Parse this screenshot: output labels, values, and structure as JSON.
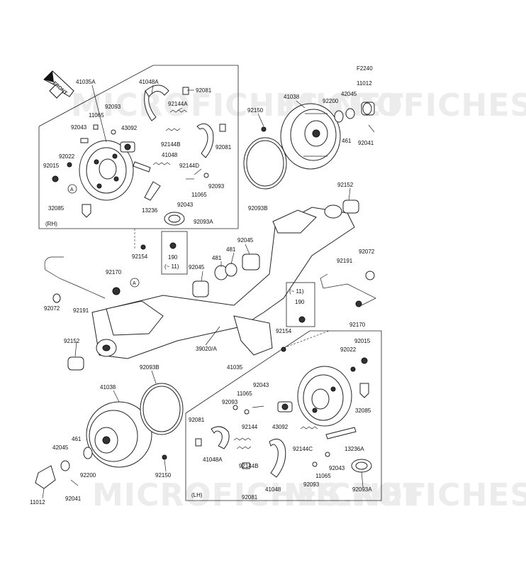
{
  "figure_code": "F2240",
  "front_label": "FRONT",
  "watermark": "MICROFICHES.NET",
  "group_labels": {
    "rh": "(RH)",
    "lh": "(LH)"
  },
  "circle_ref": "A",
  "parts": {
    "p41035A": "41035A",
    "p41048A": "41048A",
    "p92081a": "92081",
    "p92093a": "92093",
    "p92144A": "92144A",
    "p11065a": "11065",
    "p92043a": "92043",
    "p43092a": "43092",
    "p92144B_top": "92144B",
    "p92081b": "92081",
    "p41048": "41048",
    "p92022a": "92022",
    "p92144D": "92144D",
    "p92015a": "92015",
    "p92093b": "92093",
    "p11065b": "11065",
    "p92043b": "92043",
    "p32085a": "32085",
    "p13236": "13236",
    "p92093A": "92093A",
    "p92154a": "92154",
    "p190a": "190",
    "p11a": "(~ 11)",
    "p92150a": "92150",
    "p41038a": "41038",
    "p92200a": "92200",
    "p42045a": "42045",
    "p11012a": "11012",
    "p461a": "461",
    "p92041a": "92041",
    "p92093B_top": "92093B",
    "p92152a": "92152",
    "p92045a": "92045",
    "p481a": "481",
    "p92072a": "92072",
    "p481b": "481",
    "p92045b": "92045",
    "p92191a": "92191",
    "p11b": "(~ 11)",
    "p190b": "190",
    "p92170a": "92170",
    "p92170b": "92170",
    "p92072b": "92072",
    "p92191b": "92191",
    "p92152b": "92152",
    "p39020A": "39020/A",
    "p92154b": "92154",
    "p92022b": "92022",
    "p92015b": "92015",
    "p92093B_bot": "92093B",
    "p41035": "41035",
    "p92043c": "92043",
    "p11065c": "11065",
    "p92093c": "92093",
    "p41038b": "41038",
    "p92081c": "92081",
    "p92144": "92144",
    "p43092b": "43092",
    "p32085b": "32085",
    "p461b": "461",
    "p41048A_bot": "41048A",
    "p92144C": "92144C",
    "p13236A": "13236A",
    "p42045b": "42045",
    "p92200b": "92200",
    "p92144B_bot": "92144B",
    "p92043d": "92043",
    "p11065d": "11065",
    "p92150b": "92150",
    "p41048_bot": "41048",
    "p92093d": "92093",
    "p92093A_bot": "92093A",
    "p11012b": "11012",
    "p92041b": "92041",
    "p92081d": "92081"
  }
}
